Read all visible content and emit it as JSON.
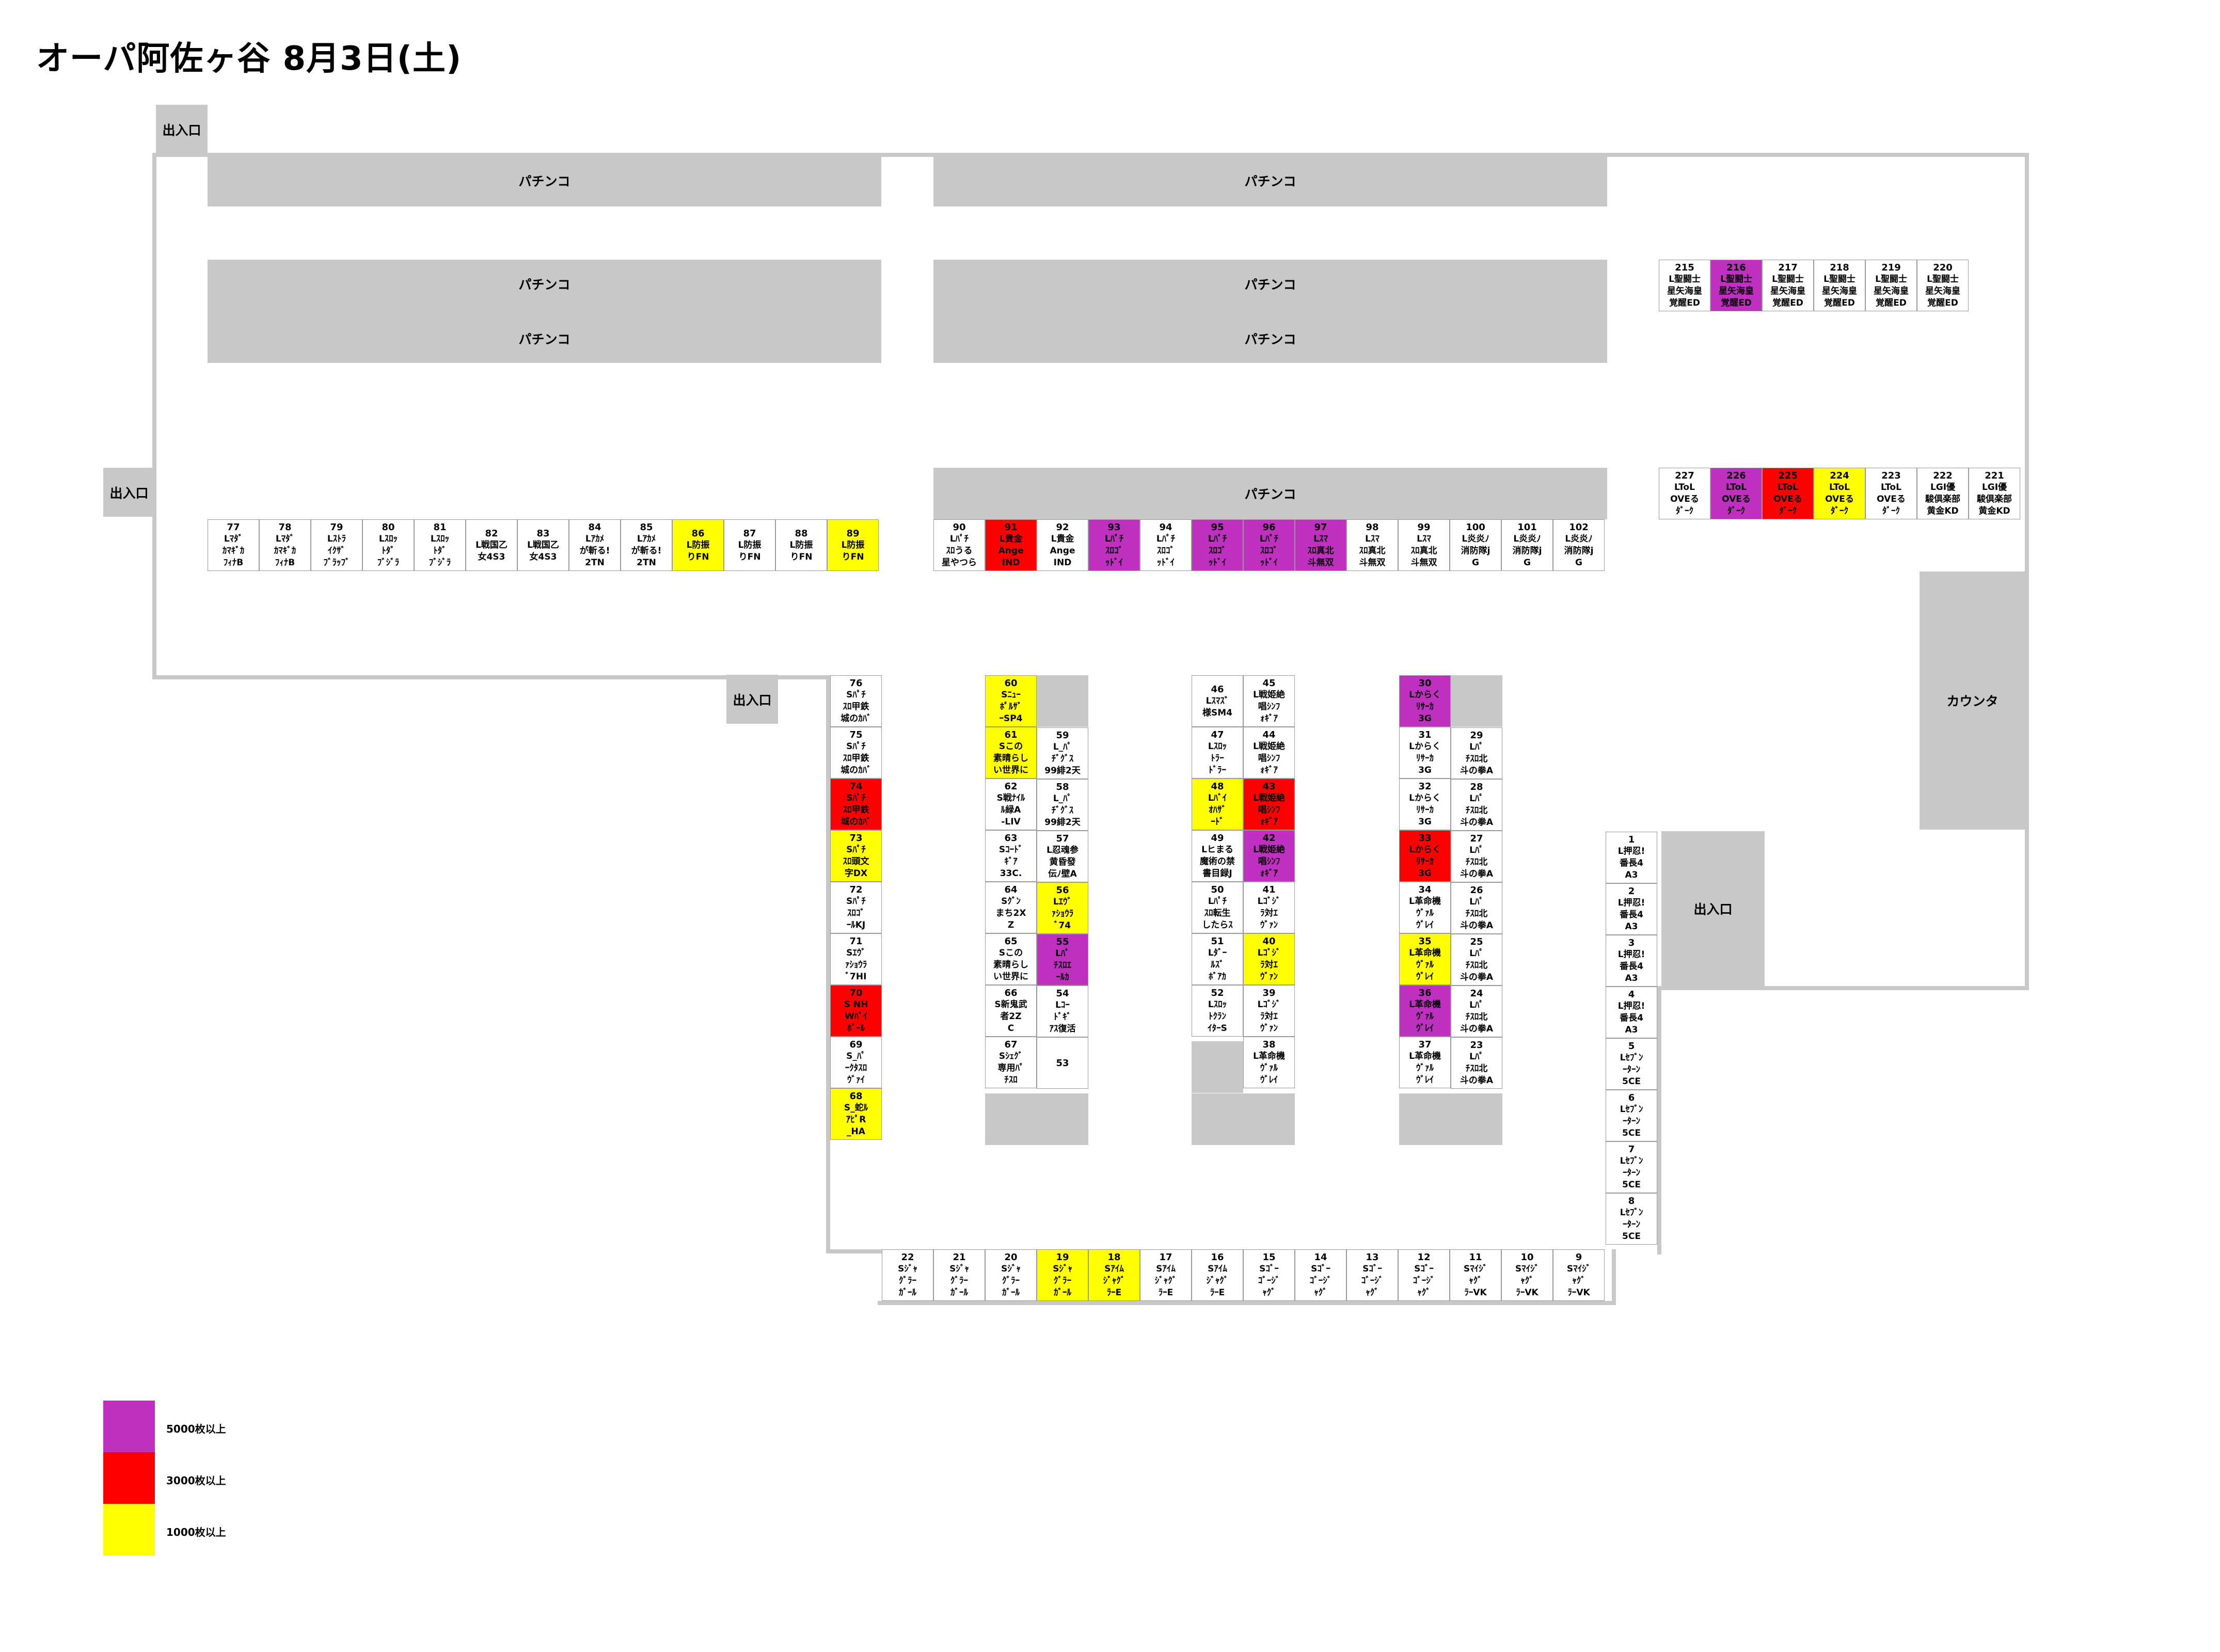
{
  "title": "オーパ阿佐ヶ谷 8月3日(土)",
  "labels": {
    "exit": "出入口",
    "pachinko": "パチンコ",
    "counter": "カウンタ"
  },
  "legend": [
    {
      "label": "5000枚以上",
      "color": "#c030c0"
    },
    {
      "label": "3000枚以上",
      "color": "#ff0000"
    },
    {
      "label": "1000枚以上",
      "color": "#ffff00"
    }
  ],
  "colors": {
    "purple": "#c030c0",
    "red": "#ff0000",
    "yellow": "#ffff00",
    "wall": "#c8c8c8"
  },
  "machines": {
    "1": {
      "name": "L押忍!\n番長4\nA3"
    },
    "2": {
      "name": "L押忍!\n番長4\nA3"
    },
    "3": {
      "name": "L押忍!\n番長4\nA3"
    },
    "4": {
      "name": "L押忍!\n番長4\nA3"
    },
    "5": {
      "name": "Lｾﾌﾞﾝ\nｰﾀｰﾝ\n5CE"
    },
    "6": {
      "name": "Lｾﾌﾞﾝ\nｰﾀｰﾝ\n5CE"
    },
    "7": {
      "name": "Lｾﾌﾞﾝ\nｰﾀｰﾝ\n5CE"
    },
    "8": {
      "name": "Lｾﾌﾞﾝ\nｰﾀｰﾝ\n5CE"
    },
    "9": {
      "name": "Sﾏｲｼﾞ\nｬｸﾞ\nﾗｰVK"
    },
    "10": {
      "name": "Sﾏｲｼﾞ\nｬｸﾞ\nﾗｰVK"
    },
    "11": {
      "name": "Sﾏｲｼﾞ\nｬｸﾞ\nﾗｰVK"
    },
    "12": {
      "name": "Sｺﾞｰ\nｺﾞｰｼﾞ\nｬｸﾞ"
    },
    "13": {
      "name": "Sｺﾞｰ\nｺﾞｰｼﾞ\nｬｸﾞ"
    },
    "14": {
      "name": "Sｺﾞｰ\nｺﾞｰｼﾞ\nｬｸﾞ"
    },
    "15": {
      "name": "Sｺﾞｰ\nｺﾞｰｼﾞ\nｬｸﾞ"
    },
    "16": {
      "name": "Sｱｲﾑ\nｼﾞｬｸﾞ\nﾗｰE"
    },
    "17": {
      "name": "Sｱｲﾑ\nｼﾞｬｸﾞ\nﾗｰE"
    },
    "18": {
      "name": "Sｱｲﾑ\nｼﾞｬｸﾞ\nﾗｰE",
      "color": "yellow"
    },
    "19": {
      "name": "Sｼﾞｬ\nｸﾞﾗｰ\nｶﾞｰﾙ",
      "color": "yellow"
    },
    "20": {
      "name": "Sｼﾞｬ\nｸﾞﾗｰ\nｶﾞｰﾙ"
    },
    "21": {
      "name": "Sｼﾞｬ\nｸﾞﾗｰ\nｶﾞｰﾙ"
    },
    "22": {
      "name": "Sｼﾞｬ\nｸﾞﾗｰ\nｶﾞｰﾙ"
    },
    "23": {
      "name": "Lﾊﾟ\nﾁｽﾛ北\n斗の拳A"
    },
    "24": {
      "name": "Lﾊﾟ\nﾁｽﾛ北\n斗の拳A"
    },
    "25": {
      "name": "Lﾊﾟ\nﾁｽﾛ北\n斗の拳A"
    },
    "26": {
      "name": "Lﾊﾟ\nﾁｽﾛ北\n斗の拳A"
    },
    "27": {
      "name": "Lﾊﾟ\nﾁｽﾛ北\n斗の拳A"
    },
    "28": {
      "name": "Lﾊﾟ\nﾁｽﾛ北\n斗の拳A"
    },
    "29": {
      "name": "Lﾊﾟ\nﾁｽﾛ北\n斗の拳A"
    },
    "30": {
      "name": "Lからく\nﾘｻｰｶ\n3G",
      "color": "purple"
    },
    "31": {
      "name": "Lからく\nﾘｻｰｶ\n3G"
    },
    "32": {
      "name": "Lからく\nﾘｻｰｶ\n3G"
    },
    "33": {
      "name": "Lからく\nﾘｻｰｶ\n3G",
      "color": "red"
    },
    "34": {
      "name": "L革命機\nｳﾞｧﾙ\nｳﾞﾚｲ"
    },
    "35": {
      "name": "L革命機\nｳﾞｧﾙ\nｳﾞﾚｲ",
      "color": "yellow"
    },
    "36": {
      "name": "L革命機\nｳﾞｧﾙ\nｳﾞﾚｲ",
      "color": "purple"
    },
    "37": {
      "name": "L革命機\nｳﾞｧﾙ\nｳﾞﾚｲ"
    },
    "38": {
      "name": "L革命機\nｳﾞｧﾙ\nｳﾞﾚｲ"
    },
    "39": {
      "name": "Lｺﾞｼﾞ\nﾗ対ｴ\nｳﾞｧﾝ"
    },
    "40": {
      "name": "Lｺﾞｼﾞ\nﾗ対ｴ\nｳﾞｧﾝ",
      "color": "yellow"
    },
    "41": {
      "name": "Lｺﾞｼﾞ\nﾗ対ｴ\nｳﾞｧﾝ"
    },
    "42": {
      "name": "L戦姫絶\n唱ｼﾝﾌ\nｫｷﾞｱ",
      "color": "purple"
    },
    "43": {
      "name": "L戦姫絶\n唱ｼﾝﾌ\nｫｷﾞｱ",
      "color": "red"
    },
    "44": {
      "name": "L戦姫絶\n唱ｼﾝﾌ\nｫｷﾞｱ"
    },
    "45": {
      "name": "L戦姫絶\n唱ｼﾝﾌ\nｫｷﾞｱ"
    },
    "46": {
      "name": "Lｽﾏｽﾞ\n様SM4"
    },
    "47": {
      "name": "Lｽﾛｯ\nﾄﾗｰ\nﾄﾞﾗｰ"
    },
    "48": {
      "name": "Lﾊﾞｲ\nｵﾊｻﾞ\nｰﾄﾞ",
      "color": "yellow"
    },
    "49": {
      "name": "Lヒまる\n魔術の禁\n書目録J"
    },
    "50": {
      "name": "Lﾊﾟﾁ\nｽﾛ転生\nしたらｽ"
    },
    "51": {
      "name": "Lﾀﾞｰ\nﾙｽﾞ\nﾎﾞｱｶ"
    },
    "52": {
      "name": "Lｽﾛｯ\nﾄｸﾗﾝ\nｲﾀｰS"
    },
    "53": {
      "name": ""
    },
    "54": {
      "name": "Lｺｰ\nﾄﾞｷﾞ\nｱｽ復活"
    },
    "55": {
      "name": "Lﾊﾟ\nﾁｽﾛｴ\nｰﾙｶ",
      "color": "purple"
    },
    "56": {
      "name": "Lｴｳﾞ\nｧｼｮｳﾗ\nﾞ74",
      "color": "yellow"
    },
    "57": {
      "name": "L忍魂参\n黄昏發\n伝ﾉ壁A"
    },
    "58": {
      "name": "L_ﾊﾟ\nﾁﾞｸﾞｽ\n99緋2天"
    },
    "59": {
      "name": "L_ﾊﾟ\nﾁﾞｸﾞｽ\n99緋2天"
    },
    "60": {
      "name": "Sﾆｭｰ\nﾎﾟﾙｻﾞ\nｰSP4",
      "color": "yellow"
    },
    "61": {
      "name": "Sこの\n素晴らし\nい世界に",
      "color": "yellow"
    },
    "62": {
      "name": "S戦ﾅｲﾙ\nﾙ緑A\n-LIV"
    },
    "63": {
      "name": "Sｺｰﾄﾞ\nｷﾞｱ\n33C."
    },
    "64": {
      "name": "Sｸﾞﾝ\nまち2X\nZ"
    },
    "65": {
      "name": "Sこの\n素晴らし\nい世界に"
    },
    "66": {
      "name": "S新鬼武\n者2Z\nC"
    },
    "67": {
      "name": "Sｼｪｸﾞ\n専用ﾊﾟ\nﾁｽﾛ"
    },
    "68": {
      "name": "S_蛇ﾙ\nｱﾋﾟR\n_HA",
      "color": "yellow"
    },
    "69": {
      "name": "S_ﾊﾟ\nｰｸﾀｽﾛ\nｳﾞｧｲ"
    },
    "70": {
      "name": "S NH\nWﾊﾟｲ\nﾎﾞｰﾙ",
      "color": "red"
    },
    "71": {
      "name": "Sｴｳﾞ\nｧｼｮｳﾗ\nﾞ7HI"
    },
    "72": {
      "name": "Sﾊﾟﾁ\nｽﾛｺﾞ\nｰﾙKJ"
    },
    "73": {
      "name": "Sﾊﾟﾁ\nｽﾛ頭文\n字DX",
      "color": "yellow"
    },
    "74": {
      "name": "Sﾊﾟﾁ\nｽﾛ甲鉄\n城のｶﾊﾞ",
      "color": "red"
    },
    "75": {
      "name": "Sﾊﾟﾁ\nｽﾛ甲鉄\n城のｶﾊﾞ"
    },
    "76": {
      "name": "Sﾊﾟﾁ\nｽﾛ甲鉄\n城のｶﾊﾞ"
    },
    "77": {
      "name": "Lﾏﾀﾞ\nｶﾏｷﾞｶ\nﾌｨﾅB"
    },
    "78": {
      "name": "Lﾏﾀﾞ\nｶﾏｷﾞｶ\nﾌｨﾅB"
    },
    "79": {
      "name": "Lｽﾄﾗ\nｲｸｻﾞ\nﾌﾞﾗｯﾌﾞ"
    },
    "80": {
      "name": "Lｽﾛｯ\nﾄﾀﾞ\nﾌﾞｼﾞﾗ"
    },
    "81": {
      "name": "Lｽﾛｯ\nﾄﾀﾞ\nﾌﾞｼﾞﾗ"
    },
    "82": {
      "name": "L戦国乙\n女4S3"
    },
    "83": {
      "name": "L戦国乙\n女4S3"
    },
    "84": {
      "name": "Lｱｶﾒ\nが斬る!\n2TN"
    },
    "85": {
      "name": "Lｱｶﾒ\nが斬る!\n2TN"
    },
    "86": {
      "name": "L防振\nりFN",
      "color": "yellow"
    },
    "87": {
      "name": "L防振\nりFN"
    },
    "88": {
      "name": "L防振\nりFN"
    },
    "89": {
      "name": "L防振\nりFN",
      "color": "yellow"
    },
    "90": {
      "name": "Lﾊﾟﾁ\nｽﾛうる\n星やつら"
    },
    "91": {
      "name": "L貴金\nAnge\nIND",
      "color": "red"
    },
    "92": {
      "name": "L貴金\nAnge\nIND"
    },
    "93": {
      "name": "Lﾊﾟﾁ\nｽﾛｺﾞ\nｯﾄﾞｲ",
      "color": "purple"
    },
    "94": {
      "name": "Lﾊﾟﾁ\nｽﾛｺﾞ\nｯﾄﾞｲ"
    },
    "95": {
      "name": "Lﾊﾟﾁ\nｽﾛｺﾞ\nｯﾄﾞｲ",
      "color": "purple"
    },
    "96": {
      "name": "Lﾊﾟﾁ\nｽﾛｺﾞ\nｯﾄﾞｲ",
      "color": "purple"
    },
    "97": {
      "name": "Lｽﾏ\nｽﾛ真北\n斗無双",
      "color": "purple"
    },
    "98": {
      "name": "Lｽﾏ\nｽﾛ真北\n斗無双"
    },
    "99": {
      "name": "Lｽﾏ\nｽﾛ真北\n斗無双"
    },
    "100": {
      "name": "L炎炎ﾉ\n消防隊j\nG"
    },
    "101": {
      "name": "L炎炎ﾉ\n消防隊j\nG"
    },
    "102": {
      "name": "L炎炎ﾉ\n消防隊j\nG"
    },
    "215": {
      "name": "L聖闘士\n星矢海皇\n覚醒ED"
    },
    "216": {
      "name": "L聖闘士\n星矢海皇\n覚醒ED",
      "color": "purple"
    },
    "217": {
      "name": "L聖闘士\n星矢海皇\n覚醒ED"
    },
    "218": {
      "name": "L聖闘士\n星矢海皇\n覚醒ED"
    },
    "219": {
      "name": "L聖闘士\n星矢海皇\n覚醒ED"
    },
    "220": {
      "name": "L聖闘士\n星矢海皇\n覚醒ED"
    },
    "221": {
      "name": "LGI優\n駿倶楽部\n黄金KD"
    },
    "222": {
      "name": "LGI優\n駿倶楽部\n黄金KD"
    },
    "223": {
      "name": "LToL\nOVEる\nﾀﾞｰｸ"
    },
    "224": {
      "name": "LToL\nOVEる\nﾀﾞｰｸ",
      "color": "yellow"
    },
    "225": {
      "name": "LToL\nOVEる\nﾀﾞｰｸ",
      "color": "red"
    },
    "226": {
      "name": "LToL\nOVEる\nﾀﾞｰｸ",
      "color": "purple"
    },
    "227": {
      "name": "LToL\nOVEる\nﾀﾞｰｸ"
    }
  }
}
